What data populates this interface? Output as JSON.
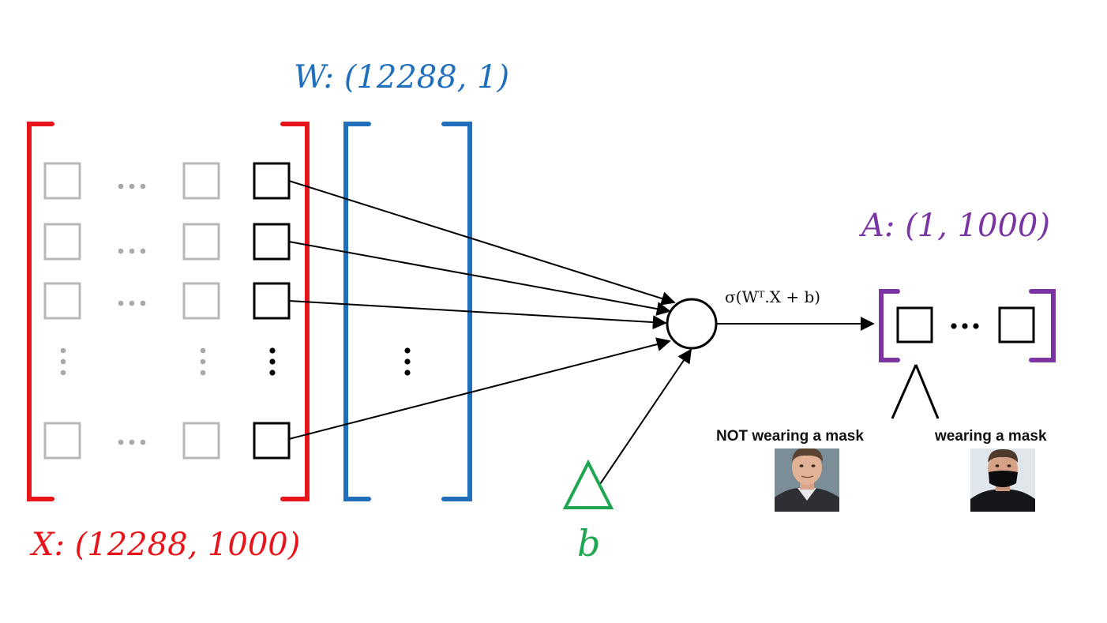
{
  "labels": {
    "x_matrix": "X: (12288, 1000)",
    "w_matrix": "W: (12288, 1)",
    "a_matrix": "A: (1, 1000)",
    "bias": "b",
    "activation": "σ(Wᵀ.X + b)"
  },
  "captions": {
    "not_wearing": "NOT wearing a mask",
    "wearing": "wearing a mask"
  },
  "colors": {
    "x": "#e8141b",
    "w": "#1f6fbd",
    "a": "#7a35a3",
    "b": "#1ea650",
    "inactive": "#b8b8b8"
  },
  "icons": {
    "face_no_mask": "person-face-icon",
    "face_mask": "person-masked-face-icon"
  }
}
